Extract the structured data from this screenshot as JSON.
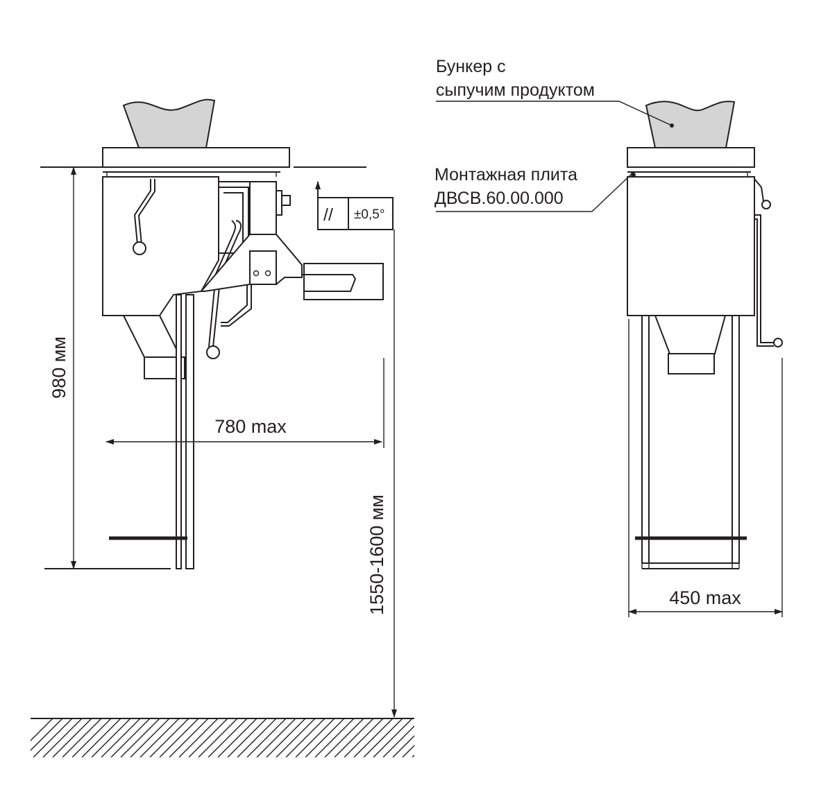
{
  "colors": {
    "line": "#231f20",
    "hopper_fill": "#d4d4d4",
    "background": "#ffffff"
  },
  "dimensions": {
    "height_980": "980 мм",
    "width_780": "780 max",
    "height_floor": "1550-1600 мм",
    "width_450": "450 max"
  },
  "tolerance": {
    "symbol": "//",
    "value": "±0,5°"
  },
  "labels": {
    "hopper_line1": "Бункер с",
    "hopper_line2": "сыпучим продуктом",
    "plate_line1": "Монтажная плита",
    "plate_line2": "ДВСВ.60.00.000"
  }
}
